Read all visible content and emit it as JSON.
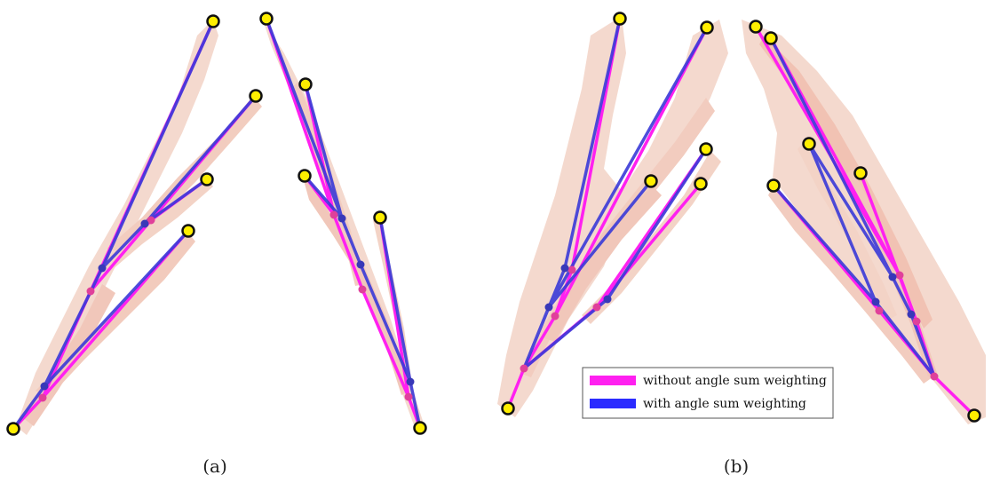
{
  "colors": {
    "magenta": "#ff20f0",
    "blue": "#3a3ad8",
    "magenta_joint": "#e0409a",
    "blue_joint": "#3838b8",
    "endpoint_fill": "#ffee00",
    "endpoint_stroke": "#111111",
    "mesh_fill": "#f0c8b8"
  },
  "panels": [
    {
      "id": "a",
      "caption": "(a)"
    },
    {
      "id": "b",
      "caption": "(b)"
    }
  ],
  "legend": {
    "items": [
      {
        "label": "without angle sum weighting",
        "color": "#ff20f0"
      },
      {
        "label": "with angle sum weighting",
        "color": "#2b2bff"
      }
    ]
  }
}
